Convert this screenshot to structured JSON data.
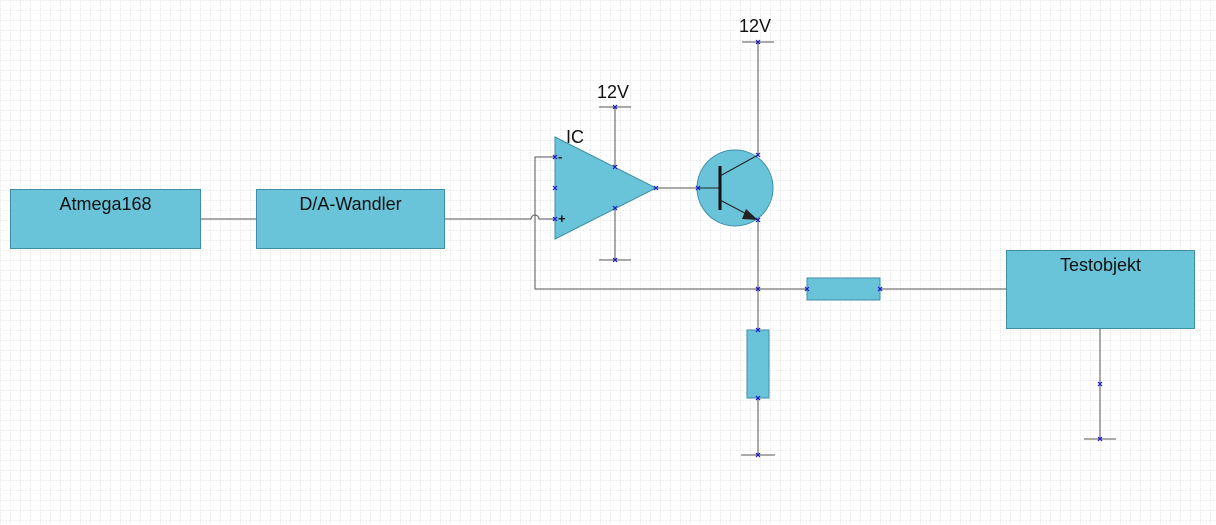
{
  "colors": {
    "fill": "#6ac4d9",
    "stroke": "#3d8ea6",
    "wire": "#555555",
    "node": "#1a1ad0",
    "grid": "#b4b4b4",
    "background": "#ffffff"
  },
  "blocks": {
    "mcu": "Atmega168",
    "dac": "D/A-Wandler",
    "test_object": "Testobjekt"
  },
  "labels": {
    "opamp": "IC",
    "opamp_minus": "-",
    "opamp_plus": "+",
    "supply_opamp": "12V",
    "supply_transistor": "12V"
  }
}
